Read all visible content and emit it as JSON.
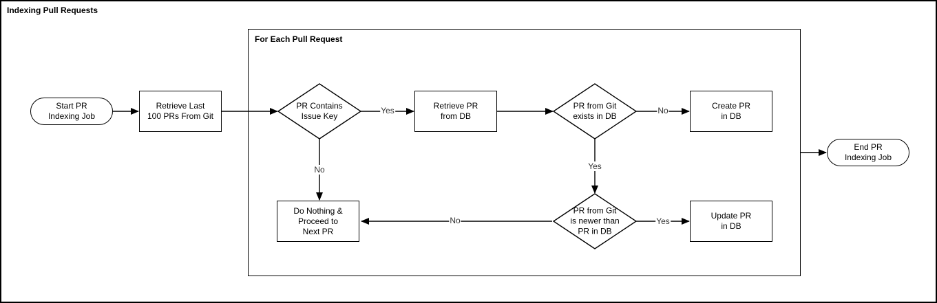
{
  "title": "Indexing Pull Requests",
  "loop_container": {
    "label": "For Each Pull Request"
  },
  "nodes": {
    "start": {
      "label": "Start PR\nIndexing Job",
      "shape": "terminator"
    },
    "retrieve_last_100": {
      "label": "Retrieve Last\n100 PRs From Git",
      "shape": "process"
    },
    "pr_contains_issue_key": {
      "label": "PR Contains\nIssue Key",
      "shape": "decision"
    },
    "retrieve_pr_from_db": {
      "label": "Retrieve PR\nfrom DB",
      "shape": "process"
    },
    "pr_from_git_exists_in_db": {
      "label": "PR from Git\nexists in DB",
      "shape": "decision"
    },
    "create_pr_in_db": {
      "label": "Create PR\nin DB",
      "shape": "process"
    },
    "do_nothing_next_pr": {
      "label": "Do Nothing &\nProceed to\nNext PR",
      "shape": "process"
    },
    "pr_from_git_is_newer": {
      "label": "PR from Git\nis newer than\nPR in DB",
      "shape": "decision"
    },
    "update_pr_in_db": {
      "label": "Update PR\nin DB",
      "shape": "process"
    },
    "end": {
      "label": "End PR\nIndexing Job",
      "shape": "terminator"
    }
  },
  "edge_labels": {
    "contains_yes": "Yes",
    "contains_no": "No",
    "exists_no": "No",
    "exists_yes": "Yes",
    "newer_yes": "Yes",
    "newer_no": "No"
  },
  "colors": {
    "stroke": "#000000",
    "shape_fill": "#ffffff",
    "edge_label_text": "#333333",
    "background": "#ffffff"
  }
}
